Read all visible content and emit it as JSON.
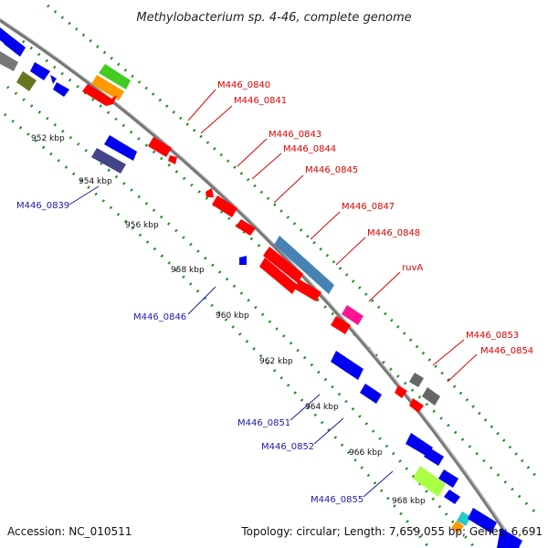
{
  "title": "Methylobacterium sp. 4-46, complete genome",
  "footer": {
    "accession": "Accession: NC_010511",
    "topology": "Topology: circular; Length: 7,659,055 bp; Genes: 6,691"
  },
  "ticks": [
    "952 kbp",
    "954 kbp",
    "956 kbp",
    "958 kbp",
    "960 kbp",
    "962 kbp",
    "964 kbp",
    "966 kbp",
    "968 kbp"
  ],
  "labels": {
    "red": [
      "M446_0840",
      "M446_0841",
      "M446_0843",
      "M446_0844",
      "M446_0845",
      "M446_0847",
      "M446_0848",
      "ruvA",
      "M446_0853",
      "M446_0854"
    ],
    "blue": [
      "M446_0839",
      "M446_0846",
      "M446_0851",
      "M446_0852",
      "M446_0855"
    ]
  },
  "colors": {
    "forward_cds": "#ff0000",
    "reverse_cds": "#0000ee",
    "backbone": "#888888",
    "gc_dots": "#228b22",
    "steelblue": "#4682b4",
    "pink": "#ff1493",
    "lime": "#aaff44",
    "navy": "#44448a",
    "olive": "#667722",
    "orange": "#ff9900",
    "green": "#44cc22",
    "grey": "#666666",
    "cyan": "#22cccc"
  }
}
